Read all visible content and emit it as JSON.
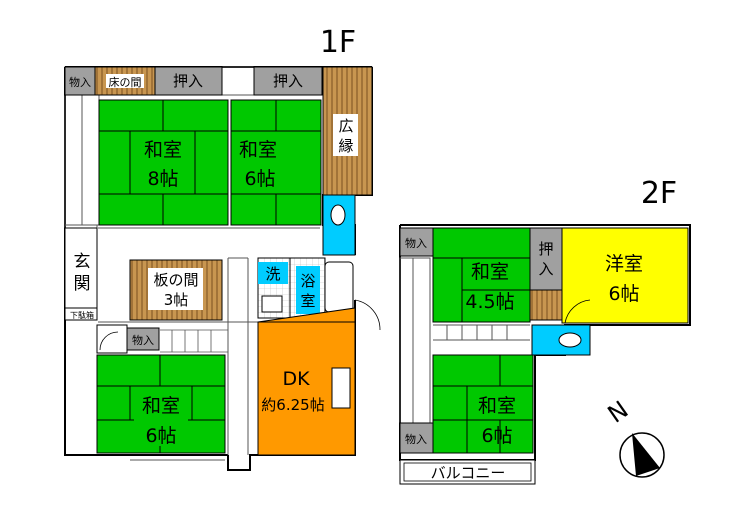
{
  "floors": {
    "first": {
      "label": "1F"
    },
    "second": {
      "label": "2F"
    }
  },
  "rooms_1f": {
    "washitsu_8": {
      "name": "和室",
      "size": "8帖"
    },
    "washitsu_6_top": {
      "name": "和室",
      "size": "6帖"
    },
    "itanoma": {
      "name": "板の間",
      "size": "3帖"
    },
    "washitsu_6_bottom": {
      "name": "和室",
      "size": "6帖"
    },
    "dk": {
      "name": "DK",
      "size": "約6.25帖"
    },
    "hiroen": {
      "c1": "広",
      "c2": "縁"
    },
    "genkan": {
      "c1": "玄",
      "c2": "関"
    },
    "yokushitsu": {
      "c1": "浴",
      "c2": "室"
    },
    "sen": "洗",
    "oshiire_left": "押入",
    "oshiire_right": "押入",
    "monoire_top": "物入",
    "tokonoma": "床の間",
    "monoire_mid": "物入",
    "getabako": "下駄箱"
  },
  "rooms_2f": {
    "washitsu_45": {
      "name": "和室",
      "size": "4.5帖"
    },
    "yoshitsu": {
      "name": "洋室",
      "size": "6帖"
    },
    "washitsu_6": {
      "name": "和室",
      "size": "6帖"
    },
    "oshiire": {
      "c1": "押",
      "c2": "入"
    },
    "monoire_top": "物入",
    "monoire_bottom": "物入",
    "balcony": "バルコニー"
  },
  "compass": {
    "label": "N"
  },
  "colors": {
    "tatami": "#00c800",
    "wood": "#c89650",
    "dk": "#ff9900",
    "yoshitsu": "#ffff00",
    "water": "#00ccff",
    "closet": "#a0a0a0",
    "wall": "#000000"
  }
}
